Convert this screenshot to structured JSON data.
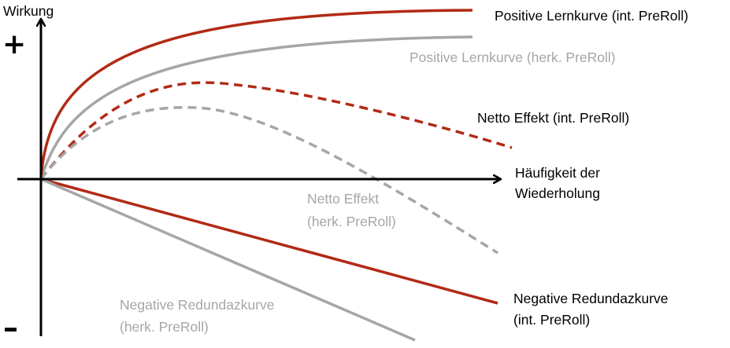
{
  "axes": {
    "y_label": "Wirkung",
    "x_label_line1": "Häufigkeit der",
    "x_label_line2": "Wiederholung",
    "plus_sign": "+",
    "minus_sign": "–"
  },
  "curves": {
    "positive_int": {
      "line1": "Positive Lernkurve (int. PreRoll)",
      "color": "#b22a16",
      "style": "solid"
    },
    "positive_herk": {
      "line1": "Positive Lernkurve (herk. PreRoll)",
      "color": "#a6a6a6",
      "style": "solid"
    },
    "net_int": {
      "line1": "Netto Effekt (int. PreRoll)",
      "color": "#b22a16",
      "style": "dashed"
    },
    "net_herk": {
      "line1": "Netto Effekt",
      "line2": "(herk. PreRoll)",
      "color": "#a6a6a6",
      "style": "dashed"
    },
    "negative_int": {
      "line1": "Negative Redundazkurve",
      "line2": "(int. PreRoll)",
      "color": "#b22a16",
      "style": "solid"
    },
    "negative_herk": {
      "line1": "Negative Redundazkurve",
      "line2": "(herk. PreRoll)",
      "color": "#a6a6a6",
      "style": "solid"
    }
  },
  "colors": {
    "axis": "#000000",
    "label_dark": "#000000",
    "label_gray": "#a6a6a6"
  }
}
